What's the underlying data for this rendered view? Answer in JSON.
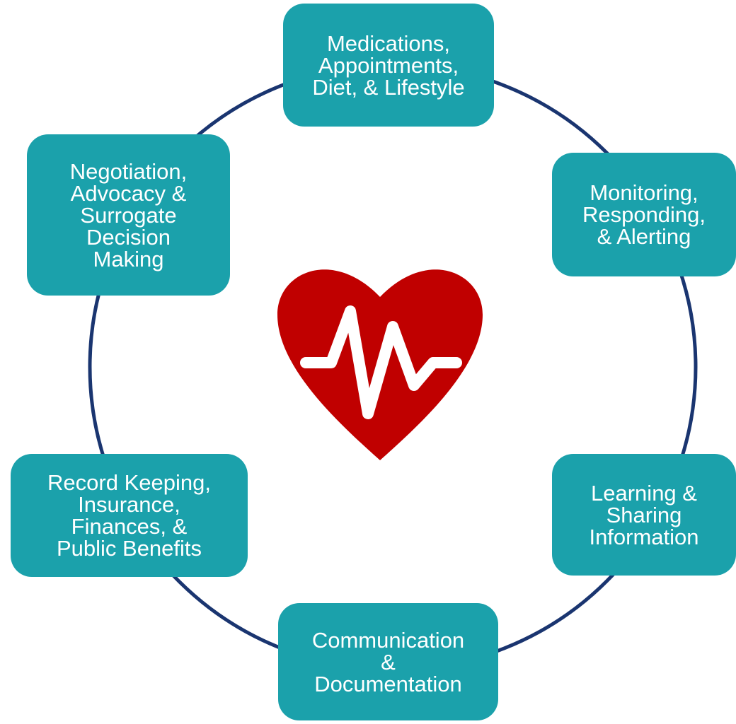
{
  "colors": {
    "box_fill": "#1ba1ab",
    "box_text": "#ffffff",
    "ring": "#1a3570",
    "heart": "#c00000",
    "pulse": "#ffffff"
  },
  "center_icon": "heart-pulse-icon",
  "boxes": {
    "meds": "Medications,\nAppointments,\nDiet, & Lifestyle",
    "monitor": "Monitoring,\nResponding,\n& Alerting",
    "learn": "Learning &\nSharing\nInformation",
    "comm": "Communication\n&\nDocumentation",
    "record": "Record Keeping,\nInsurance,\nFinances, &\nPublic Benefits",
    "negot": "Negotiation,\nAdvocacy &\nSurrogate\nDecision\nMaking"
  }
}
